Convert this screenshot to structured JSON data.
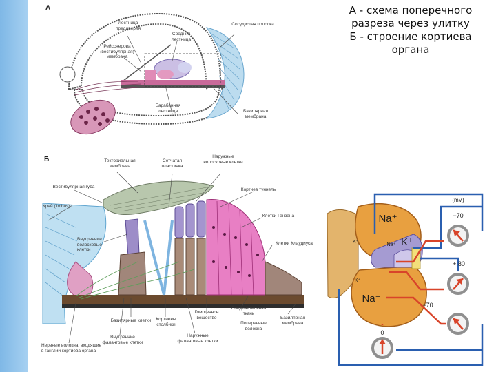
{
  "caption": {
    "line1": "А - схема поперечного",
    "line2": "разреза через улитку",
    "line3": "Б - строение кортиева",
    "line4": "органа"
  },
  "panel_a": {
    "letter": "A",
    "labels": {
      "scala_vestibuli": "Лестница преддверия",
      "middle_scala": "Средняя лестница",
      "reissner": "Рейсснерова (вестибулярная) мембрана",
      "stria": "Сосудистая полоска",
      "scala_tympani": "Барабанная лестница",
      "basilar": "Базилярная мембрана"
    }
  },
  "panel_b": {
    "letter": "Б",
    "labels": {
      "tectorial": "Текториальная мембрана",
      "reticular": "Сетчатая пластинка",
      "outer_hair": "Наружные волосковые клетки",
      "vestibular_lip": "Вестибулярная губа",
      "limbus": "Край (limbus)",
      "corti_tunnel": "Кортиев туннель",
      "hensen": "Клетки Гензена",
      "inner_hair": "Внутренние волосковые клетки",
      "claudius": "Клетки Клаудиуса",
      "connective": "Соединительная ткань",
      "homogeneous": "Гомогенное вещество",
      "transverse": "Поперечные волокна",
      "basilar_b": "Базилярная мембрана",
      "border_cells": "Базилярные клетки",
      "pillars": "Кортиевы столбики",
      "inner_phalangeal": "Внутренние фаланговые клетки",
      "outer_phalangeal": "Наружные фаланговые клетки",
      "nerve_fibers": "Нервные волокна, входящие в ганглии кортиева органа"
    }
  },
  "electro": {
    "units": "(mV)",
    "na_top": "Na⁺",
    "k_left": "K⁺",
    "na_mid": "Na⁺",
    "k_mid": "K⁺",
    "k_lower": "K⁺",
    "na_bottom": "Na⁺",
    "meter1": "−70",
    "meter2": "+ 80",
    "meter3": "−70",
    "meter4": "0"
  },
  "colors": {
    "wire_blue": "#2a5fb0",
    "wire_red": "#d8442a",
    "scala_orange": "#e8a040",
    "membrane_purple": "#a59bd2",
    "meter_bg": "#8f8f8f"
  }
}
